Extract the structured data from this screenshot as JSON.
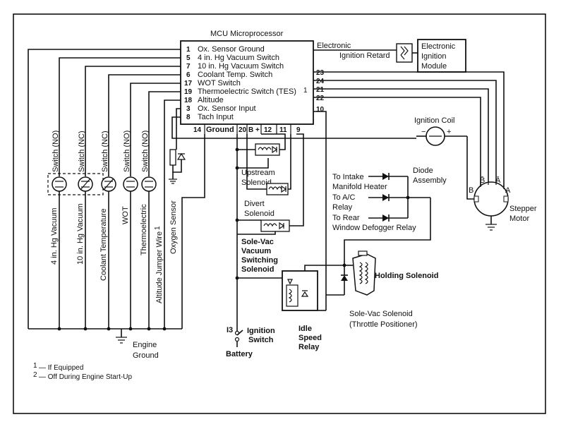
{
  "mcu": {
    "title": "MCU Microprocessor",
    "left_pins": [
      {
        "num": "1",
        "label": "Ox. Sensor Ground"
      },
      {
        "num": "5",
        "label": "4 in. Hg Vacuum Switch"
      },
      {
        "num": "7",
        "label": "10 in. Hg Vacuum Switch"
      },
      {
        "num": "6",
        "label": "Coolant Temp. Switch"
      },
      {
        "num": "17",
        "label": "WOT Switch"
      },
      {
        "num": "19",
        "label": "Thermoelectric Switch (TES)"
      },
      {
        "num": "18",
        "label": "Altitude"
      },
      {
        "num": "3",
        "label": "Ox. Sensor Input"
      },
      {
        "num": "8",
        "label": "Tach Input"
      }
    ],
    "mark_1": "1",
    "right_pins": [
      "23",
      "24",
      "21",
      "22",
      "10"
    ],
    "bottom_pins": [
      "14",
      "Ground",
      "20",
      "B +",
      "12",
      "11",
      "9"
    ]
  },
  "ignition_retard": {
    "line1": "Electronic",
    "line2": "Ignition Retard"
  },
  "eim": {
    "line1": "Electronic",
    "line2": "Ignition",
    "line3": "Module"
  },
  "ignition_coil": {
    "label": "Ignition Coil",
    "minus": "−",
    "plus": "+"
  },
  "stepper": {
    "label1": "Stepper",
    "label2": "Motor",
    "pin_b": "B",
    "pin_bbar": "B̄",
    "pin_abar": "Ā",
    "pin_a": "A"
  },
  "switches": [
    {
      "state": "Switch (NO)",
      "name": "4 in. Hg Vacuum"
    },
    {
      "state": "Switch (NC)",
      "name": "10 in. Hg Vacuum"
    },
    {
      "state": "Switch (NC)",
      "name": "Coolant Temperature"
    },
    {
      "state": "Switch (NO)",
      "name": "WOT"
    },
    {
      "state": "Switch (NO)",
      "name": "Thermoelectric"
    }
  ],
  "altitude_jumper": "Altitude Jumper Wire",
  "altitude_jumper_mark": "1",
  "oxygen_sensor": "Oxygen Sensor",
  "engine_ground": {
    "line1": "Engine",
    "line2": "Ground"
  },
  "upstream": {
    "line1": "Upstream",
    "line2": "Solenoid"
  },
  "divert": {
    "line1": "Divert",
    "line2": "Solenoid"
  },
  "solevac_switching": {
    "line1": "Sole-Vac",
    "line2": "Vacuum",
    "line3": "Switching",
    "line4": "Solenoid"
  },
  "diode_assembly": {
    "title1": "Diode",
    "title2": "Assembly",
    "to_intake": "To Intake",
    "manifold_heater": "Manifold Heater",
    "to_ac": "To A/C",
    "relay": "Relay",
    "to_rear": "To Rear",
    "window_defogger": "Window Defogger Relay"
  },
  "holding_solenoid": "Holding Solenoid",
  "solevac_solenoid": {
    "line1": "Sole-Vac Solenoid",
    "line2": "(Throttle Positioner)"
  },
  "ignition_switch": {
    "pos": "I3",
    "line1": "Ignition",
    "line2": "Switch"
  },
  "battery": "Battery",
  "idle_relay": {
    "line1": "Idle",
    "line2": "Speed",
    "line3": "Relay"
  },
  "footnotes": [
    {
      "mark": "1",
      "text": "— If Equipped"
    },
    {
      "mark": "2",
      "text": "— Off During Engine Start-Up"
    }
  ]
}
